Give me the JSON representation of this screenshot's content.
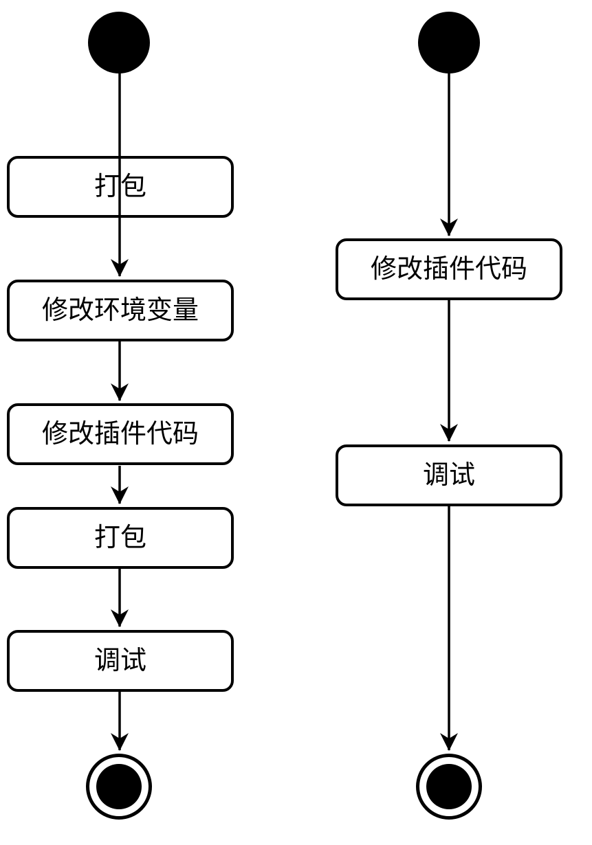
{
  "diagram": {
    "type": "uml-activity-diagram",
    "background_color": "#ffffff",
    "line_color": "#000000",
    "node_fill_color": "#ffffff",
    "flows": {
      "left": {
        "start_node": "initial-node",
        "steps": [
          {
            "label": "打包"
          },
          {
            "label": "修改环境变量"
          },
          {
            "label": "修改插件代码"
          },
          {
            "label": "打包"
          },
          {
            "label": "调试"
          }
        ],
        "end_node": "final-node"
      },
      "right": {
        "start_node": "initial-node",
        "steps": [
          {
            "label": "修改插件代码"
          },
          {
            "label": "调试"
          }
        ],
        "end_node": "final-node"
      }
    }
  }
}
